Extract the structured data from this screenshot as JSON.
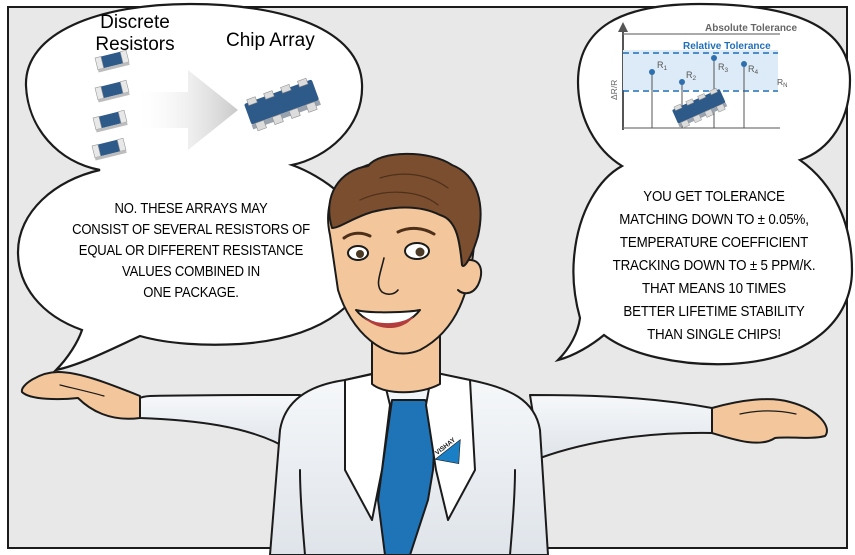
{
  "colors": {
    "background": "#e8e8e8",
    "ink": "#1b1b1b",
    "bubble": "#ffffff",
    "coat": "#f2f4f6",
    "shirt": "#1f74b8",
    "skin": "#f3c79b",
    "hair": "#7a4e2e",
    "resistor_blue": "#2e5a8a",
    "diagram_blue": "#1f6fb8",
    "logo_blue": "#1a7fc4"
  },
  "left_bubble": {
    "label_discrete": "Discrete\nResistors",
    "label_chip_array": "Chip Array",
    "speech_lines": [
      "NO. THESE ARRAYS MAY",
      "CONSIST OF SEVERAL RESISTORS OF",
      "EQUAL OR DIFFERENT RESISTANCE",
      "VALUES COMBINED IN",
      "ONE PACKAGE."
    ]
  },
  "right_bubble": {
    "speech_lines": [
      "YOU GET TOLERANCE",
      "MATCHING DOWN TO ± 0.05%,",
      "TEMPERATURE COEFFICIENT",
      "TRACKING DOWN TO ± 5 PPM/K.",
      "THAT MEANS 10 TIMES",
      "BETTER LIFETIME STABILITY",
      "THAN SINGLE CHIPS!"
    ]
  },
  "tolerance_diagram": {
    "absolute_tolerance_label": "Absolute Tolerance",
    "relative_tolerance_label": "Relative Tolerance",
    "y_axis_label": "ΔR/R",
    "nominal_label_base": "R",
    "nominal_label_sub": "N",
    "resistors": [
      {
        "base": "R",
        "sub": "1"
      },
      {
        "base": "R",
        "sub": "2"
      },
      {
        "base": "R",
        "sub": "3"
      },
      {
        "base": "R",
        "sub": "4"
      }
    ]
  },
  "logo": {
    "text": "VISHAY"
  }
}
